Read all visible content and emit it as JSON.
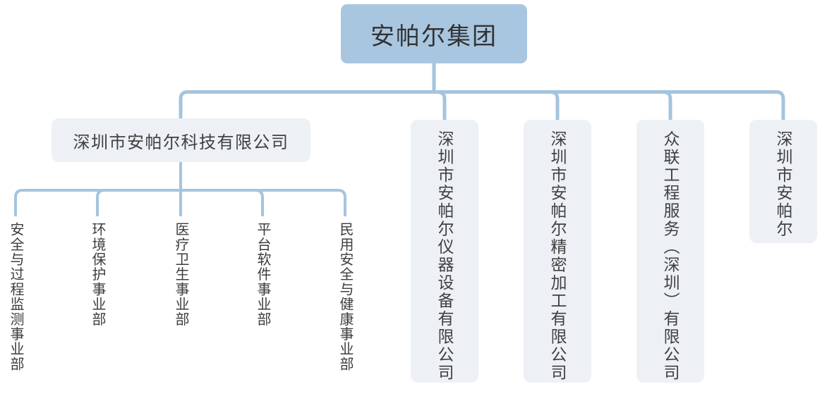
{
  "colors": {
    "connector": "#a5c4de",
    "root_fill": "#a8c6e0",
    "root_text": "#333333",
    "child_fill": "#edf1f5",
    "child_text": "#404040",
    "leaf_text": "#3d3d3d"
  },
  "org_chart": {
    "root": {
      "label": "安帕尔集团"
    },
    "companies": [
      {
        "label": "深圳市安帕尔科技有限公司",
        "orientation": "horizontal",
        "divisions": [
          {
            "label": "安全与过程监测事业部"
          },
          {
            "label": "环境保护事业部"
          },
          {
            "label": "医疗卫生事业部"
          },
          {
            "label": "平台软件事业部"
          },
          {
            "label": "民用安全与健康事业部"
          }
        ]
      },
      {
        "label": "深圳市安帕尔仪器设备有限公司",
        "orientation": "vertical"
      },
      {
        "label": "深圳市安帕尔精密加工有限公司",
        "orientation": "vertical"
      },
      {
        "label": "众联工程服务（深圳）有限公司",
        "orientation": "vertical"
      },
      {
        "label": "深圳市安帕尔",
        "orientation": "vertical"
      }
    ]
  }
}
